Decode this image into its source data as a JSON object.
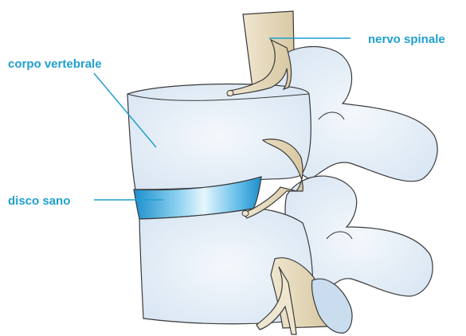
{
  "labels": {
    "spinal_nerve": "nervo spinale",
    "vertebral_body": "corpo vertebrale",
    "healthy_disc": "disco sano"
  },
  "colors": {
    "label_text": "#1f9fcf",
    "leader_line": "#1f9fcf",
    "bone_fill": "#dfeaf5",
    "bone_outline": "#3a3a3a",
    "nerve_fill": "#e8dcc0",
    "disc_fill": "#2b9fd9",
    "disc_highlight": "#bfe6f7"
  }
}
